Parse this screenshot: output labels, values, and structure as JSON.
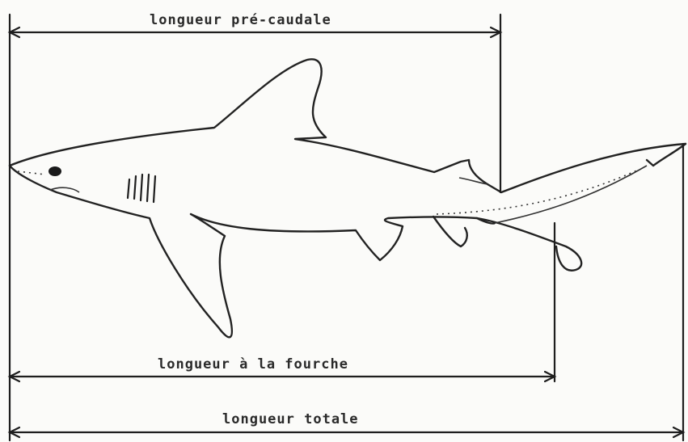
{
  "labels": {
    "pre_caudal": "longueur pré-caudale",
    "fork": "longueur à la fourche",
    "total": "longueur totale"
  },
  "colors": {
    "ink": "#1e1e1e",
    "paper": "#fbfbf9"
  },
  "figure": {
    "subject": "shark-silhouette"
  }
}
